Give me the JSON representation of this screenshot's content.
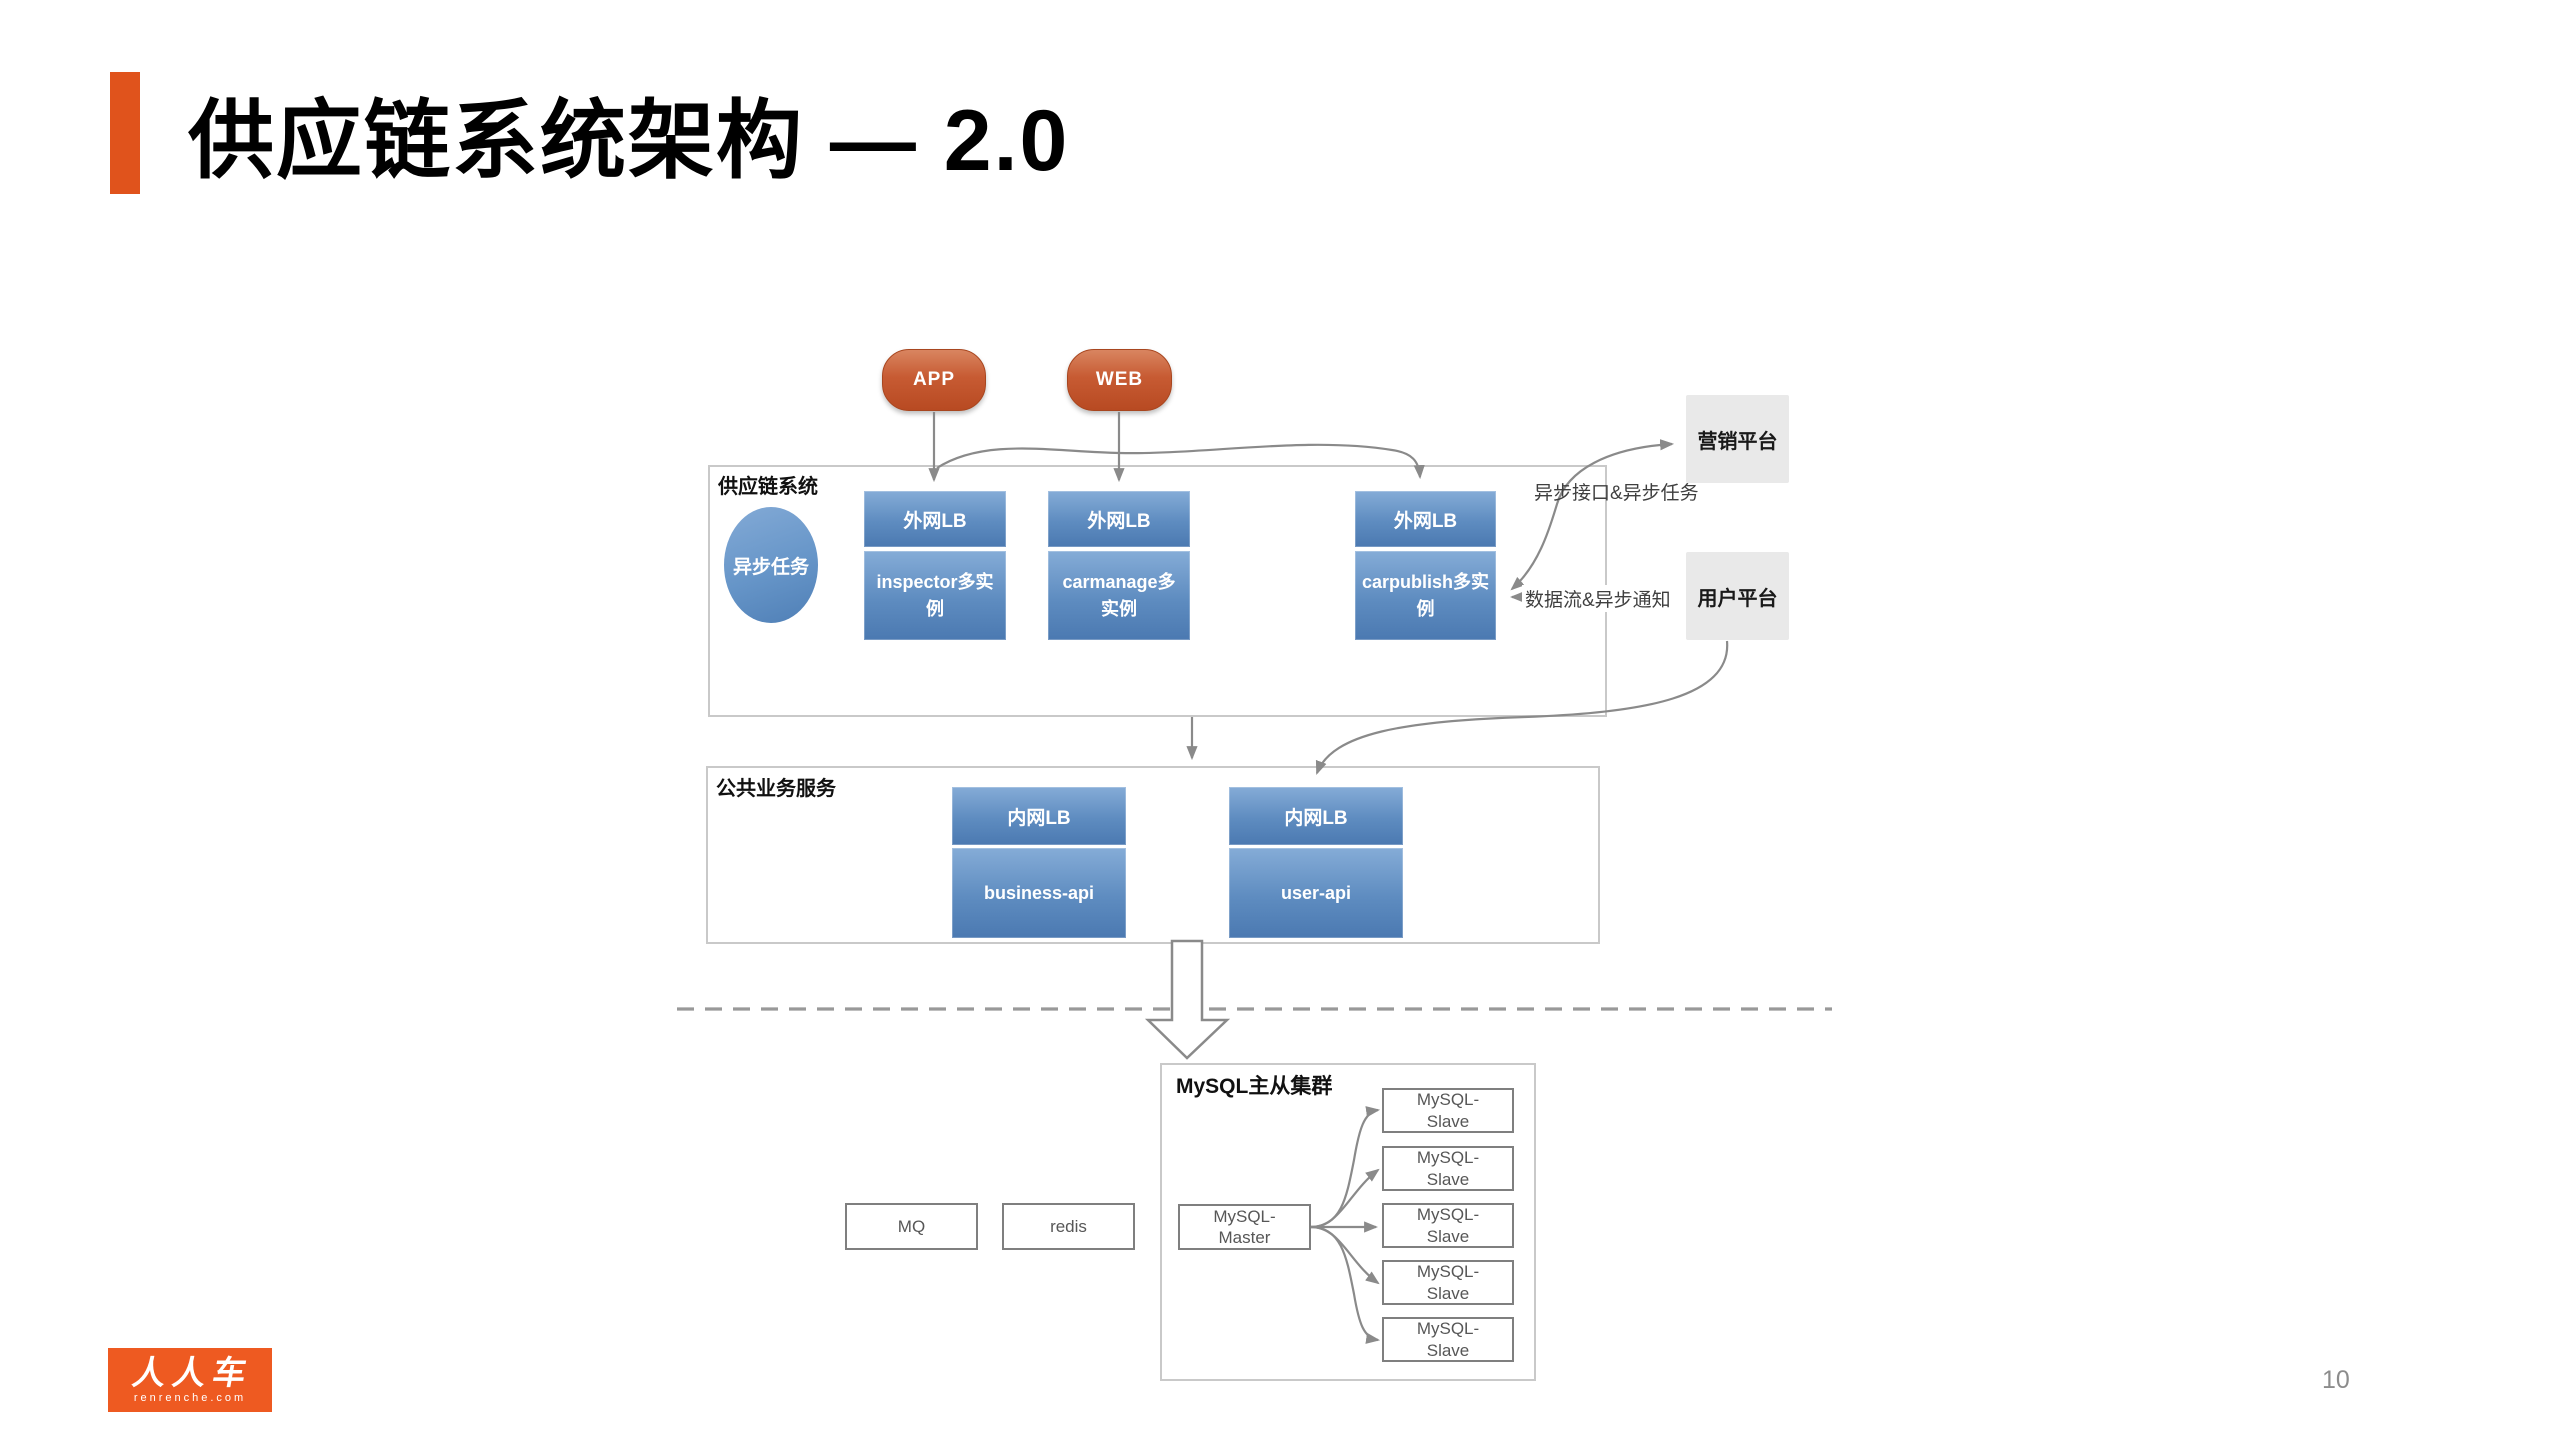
{
  "slide": {
    "title": "供应链系统架构 — 2.0",
    "page_number": "10"
  },
  "logo": {
    "brand": "人人车",
    "domain": "renrenche.com"
  },
  "clients": [
    {
      "label": "APP"
    },
    {
      "label": "WEB"
    }
  ],
  "supply_chain": {
    "label": "供应链系统",
    "async_task": "异步任务",
    "columns": [
      {
        "lb": "外网LB",
        "service": "inspector多实\n例"
      },
      {
        "lb": "外网LB",
        "service": "carmanage多\n实例"
      },
      {
        "lb": "外网LB",
        "service": "carpublish多实\n例"
      }
    ]
  },
  "platforms": [
    {
      "label": "营销平台"
    },
    {
      "label": "用户平台"
    }
  ],
  "annotations": {
    "async_api": "异步接口&异步任务",
    "data_flow": "数据流&异步通知"
  },
  "public_services": {
    "label": "公共业务服务",
    "columns": [
      {
        "lb": "内网LB",
        "service": "business-api"
      },
      {
        "lb": "内网LB",
        "service": "user-api"
      }
    ]
  },
  "mysql_cluster": {
    "label": "MySQL主从集群",
    "master": "MySQL-\nMaster",
    "slaves": [
      "MySQL-\nSlave",
      "MySQL-\nSlave",
      "MySQL-\nSlave",
      "MySQL-\nSlave",
      "MySQL-\nSlave"
    ]
  },
  "infra": [
    {
      "label": "MQ"
    },
    {
      "label": "redis"
    }
  ],
  "colors": {
    "accent_orange": "#e0531c",
    "client_orange": "#c75b33",
    "node_blue": "#5e8cc0",
    "platform_gray": "#e9e9e9",
    "wire_gray": "#8a8a8a",
    "logo_orange": "#ee5a21"
  }
}
